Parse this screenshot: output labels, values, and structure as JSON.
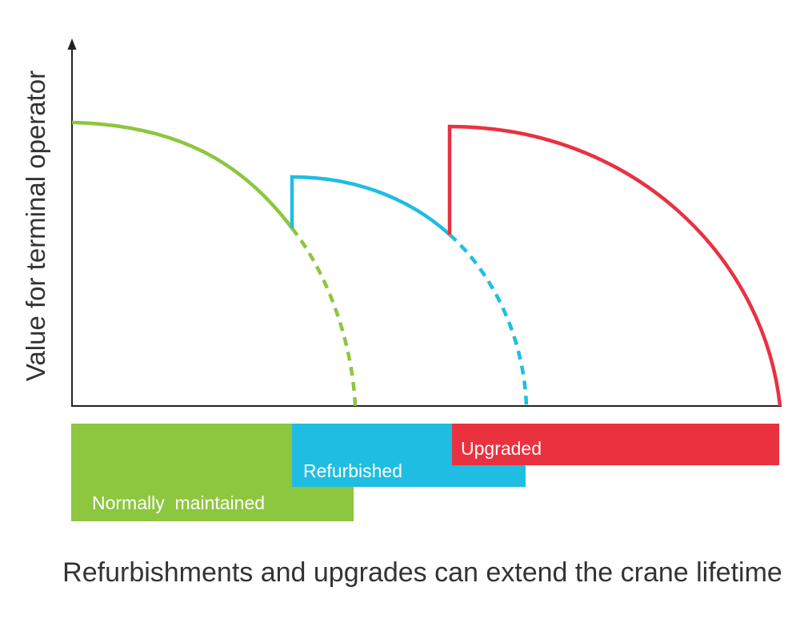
{
  "axis": {
    "y_label": "Value for terminal operator"
  },
  "caption": "Refurbishments and upgrades can extend the crane lifetime",
  "colors": {
    "normal": "#8dc63f",
    "refurbished": "#1fbde2",
    "upgraded": "#ea3140",
    "axis": "#222222",
    "text": "#333333"
  },
  "phases": [
    {
      "id": "normal",
      "label": "Normally  maintained"
    },
    {
      "id": "refurbished",
      "label": "Refurbished"
    },
    {
      "id": "upgraded",
      "label": "Upgraded"
    }
  ]
}
